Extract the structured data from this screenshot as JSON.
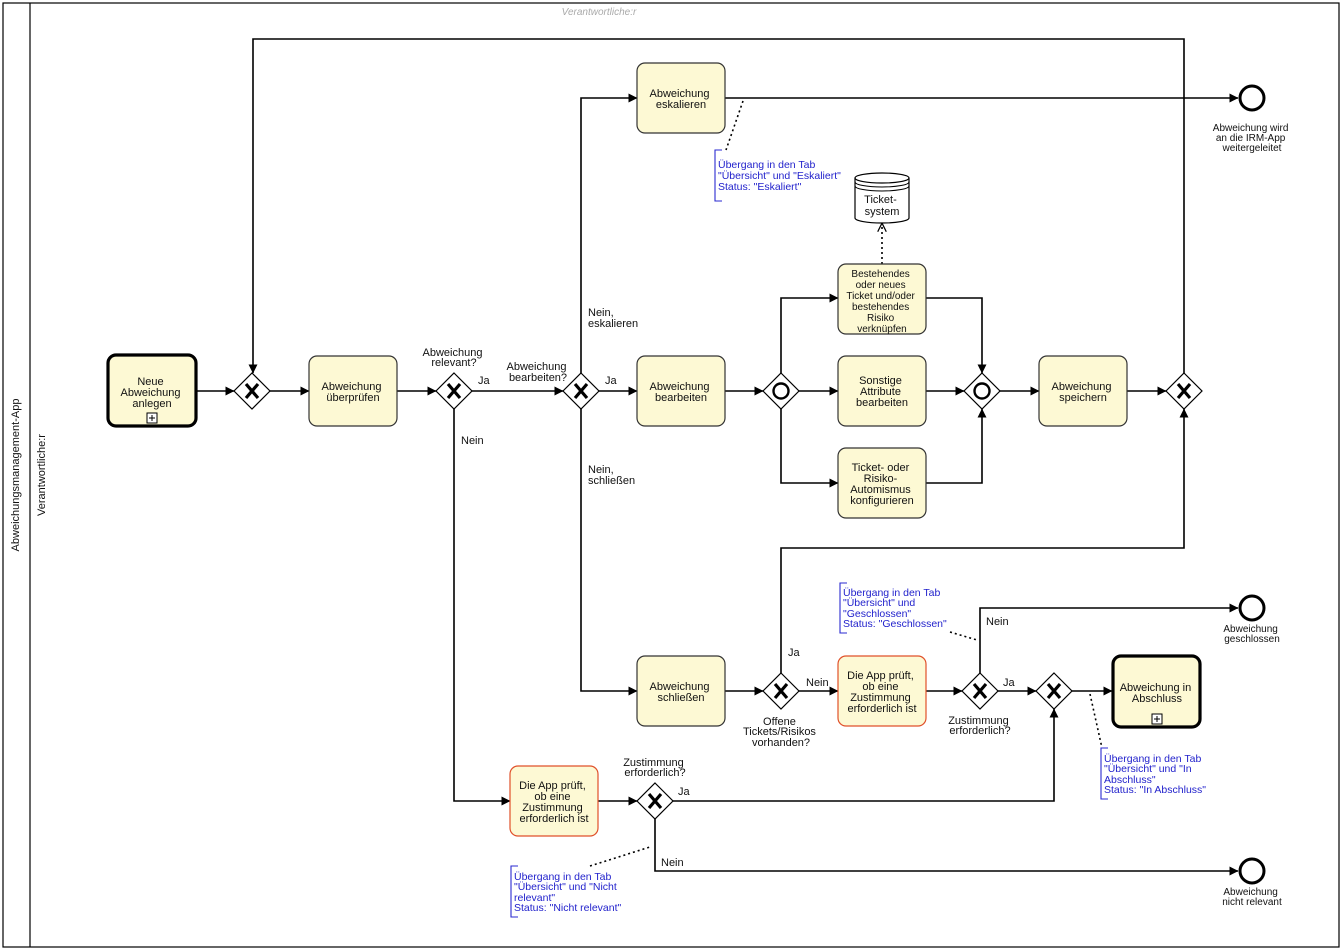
{
  "pool": {
    "title": "Abweichungsmanagement-App",
    "lane": "Verantwortliche:r",
    "watermark": "Verantwortliche:r"
  },
  "tasks": {
    "neue": [
      "Neue",
      "Abweichung",
      "anlegen"
    ],
    "pruefen": [
      "Abweichung",
      "überprüfen"
    ],
    "eskalieren": [
      "Abweichung",
      "eskalieren"
    ],
    "bearbeiten": [
      "Abweichung",
      "bearbeiten"
    ],
    "verknuepfen": [
      "Bestehendes",
      "oder neues",
      "Ticket und/oder",
      "bestehendes",
      "Risiko",
      "verknüpfen"
    ],
    "sonstige": [
      "Sonstige",
      "Attribute",
      "bearbeiten"
    ],
    "automismus": [
      "Ticket- oder",
      "Risiko-",
      "Automismus",
      "konfigurieren"
    ],
    "speichern": [
      "Abweichung",
      "speichern"
    ],
    "schliessen": [
      "Abweichung",
      "schließen"
    ],
    "app_pruef1": [
      "Die App prüft,",
      "ob eine",
      "Zustimmung",
      "erforderlich ist"
    ],
    "abschluss": [
      "Abweichung in",
      "Abschluss"
    ],
    "app_pruef2": [
      "Die App prüft,",
      "ob eine",
      "Zustimmung",
      "erforderlich ist"
    ]
  },
  "datastore": [
    "Ticket-",
    "system"
  ],
  "gateway_labels": {
    "relevant": [
      "Abweichung",
      "relevant?"
    ],
    "bearbeiten": [
      "Abweichung",
      "bearbeiten?"
    ],
    "offene": [
      "Offene",
      "Tickets/Risikos",
      "vorhanden?"
    ],
    "zustimmung1": [
      "Zustimmung",
      "erforderlich?"
    ],
    "zustimmung2": [
      "Zustimmung",
      "erforderlich?"
    ]
  },
  "flow_labels": {
    "ja1": "Ja",
    "nein1": "Nein",
    "ja2": "Ja",
    "nein_eskalieren": [
      "Nein,",
      "eskalieren"
    ],
    "nein_schliessen": [
      "Nein,",
      "schließen"
    ],
    "ja_offene": "Ja",
    "nein_offene": "Nein",
    "nein_zust1": "Nein",
    "ja_zust1": "Ja",
    "ja_zust2": "Ja",
    "nein_zust2": "Nein"
  },
  "end_events": {
    "irm": [
      "Abweichung wird",
      "an die IRM-App",
      "weitergeleitet"
    ],
    "geschlossen": [
      "Abweichung",
      "geschlossen"
    ],
    "nicht_relevant": [
      "Abweichung",
      "nicht relevant"
    ]
  },
  "annotations": {
    "eskaliert": [
      "Übergang in den Tab",
      "\"Übersicht\" und \"Eskaliert\"",
      "Status: \"Eskaliert\""
    ],
    "geschlossen": [
      "Übergang in den Tab",
      "\"Übersicht\" und",
      "\"Geschlossen\"",
      "Status: \"Geschlossen\""
    ],
    "abschluss": [
      "Übergang in den Tab",
      "\"Übersicht\" und \"In",
      "Abschluss\"",
      "Status: \"In Abschluss\""
    ],
    "nicht_relevant": [
      "Übergang in den Tab",
      "\"Übersicht\" und \"Nicht",
      "relevant\"",
      "Status: \"Nicht relevant\""
    ]
  }
}
